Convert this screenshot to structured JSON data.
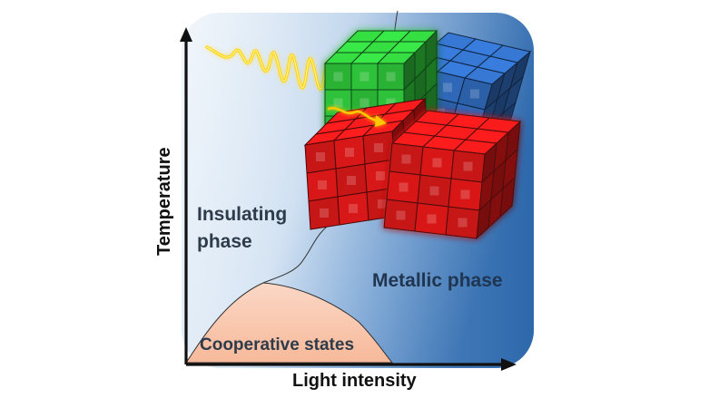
{
  "labels": {
    "insulating_line1": "Insulating",
    "insulating_line2": "phase",
    "metallic": "Metallic phase",
    "cooperative": "Cooperative states",
    "x_axis": "Light intensity",
    "y_axis": "Temperature"
  },
  "colors": {
    "insulating_bg": "#eef4fb",
    "metallic_bg": "#2f6fb0",
    "cooperative_bg": "#f9c9b0",
    "cube_green": "#2fc23a",
    "cube_blue": "#2f68b8",
    "cube_red": "#d81818",
    "light_wave": "#f5d000",
    "axis": "#111111"
  },
  "icons": [
    "light-wave",
    "green-cube-cluster",
    "blue-cube-cluster",
    "red-cube-cluster"
  ]
}
